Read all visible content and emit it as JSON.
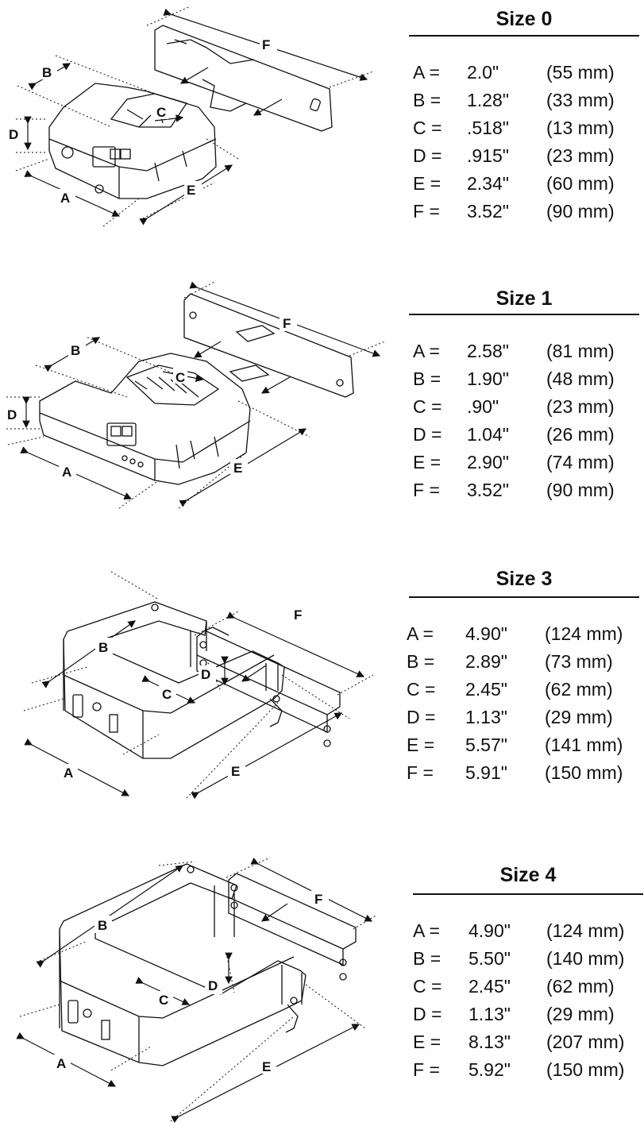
{
  "sizes": [
    {
      "title": "Size  0",
      "rows": [
        {
          "letter": "A =",
          "inch": "2.0\"",
          "mm": "(55 mm)"
        },
        {
          "letter": "B =",
          "inch": "1.28\"",
          "mm": "(33 mm)"
        },
        {
          "letter": "C =",
          "inch": ".518\"",
          "mm": "(13 mm)"
        },
        {
          "letter": "D =",
          "inch": ".915\"",
          "mm": "(23 mm)"
        },
        {
          "letter": "E =",
          "inch": "2.34\"",
          "mm": "(60 mm)"
        },
        {
          "letter": "F =",
          "inch": "3.52\"",
          "mm": "(90 mm)"
        }
      ]
    },
    {
      "title": "Size  1",
      "rows": [
        {
          "letter": "A =",
          "inch": "2.58\"",
          "mm": "(81 mm)"
        },
        {
          "letter": "B =",
          "inch": "1.90\"",
          "mm": "(48 mm)"
        },
        {
          "letter": "C =",
          "inch": ".90\"",
          "mm": "(23 mm)"
        },
        {
          "letter": "D =",
          "inch": "1.04\"",
          "mm": "(26 mm)"
        },
        {
          "letter": "E =",
          "inch": "2.90\"",
          "mm": "(74 mm)"
        },
        {
          "letter": "F =",
          "inch": "3.52\"",
          "mm": "(90 mm)"
        }
      ]
    },
    {
      "title": "Size 3",
      "rows": [
        {
          "letter": "A =",
          "inch": "4.90\"",
          "mm": "(124 mm)"
        },
        {
          "letter": "B =",
          "inch": "2.89\"",
          "mm": "(73 mm)"
        },
        {
          "letter": "C =",
          "inch": "2.45\"",
          "mm": "(62 mm)"
        },
        {
          "letter": "D =",
          "inch": "1.13\"",
          "mm": "(29 mm)"
        },
        {
          "letter": "E =",
          "inch": "5.57\"",
          "mm": "(141 mm)"
        },
        {
          "letter": "F  =",
          "inch": "5.91\"",
          "mm": "(150 mm)"
        }
      ]
    },
    {
      "title": "Size 4",
      "rows": [
        {
          "letter": "A =",
          "inch": "4.90\"",
          "mm": "(124 mm)"
        },
        {
          "letter": "B =",
          "inch": "5.50\"",
          "mm": "(140 mm)"
        },
        {
          "letter": "C =",
          "inch": "2.45\"",
          "mm": "(62 mm)"
        },
        {
          "letter": "D =",
          "inch": "1.13\"",
          "mm": "(29 mm)"
        },
        {
          "letter": "E =",
          "inch": "8.13\"",
          "mm": "(207 mm)"
        },
        {
          "letter": "F =",
          "inch": "5.92\"",
          "mm": "(150 mm)"
        }
      ]
    }
  ],
  "dimension_letters": {
    "a": "A",
    "b": "B",
    "c": "C",
    "d": "D",
    "e": "E",
    "f": "F"
  }
}
